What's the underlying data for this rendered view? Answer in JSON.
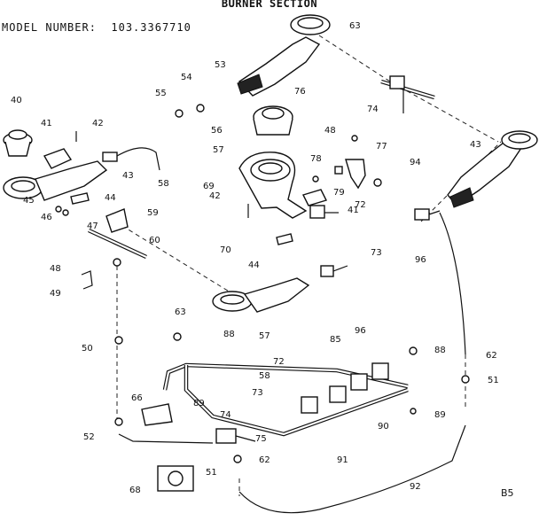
{
  "title": "BURNER SECTION",
  "model_label": "MODEL NUMBER:",
  "model_number": "103.3367710",
  "page_code": "B5",
  "callouts": [
    "63",
    "53",
    "54",
    "55",
    "76",
    "40",
    "41",
    "42",
    "56",
    "57",
    "74",
    "48",
    "77",
    "43",
    "78",
    "94",
    "58",
    "43",
    "69",
    "79",
    "44",
    "59",
    "42",
    "41",
    "72",
    "45",
    "60",
    "46",
    "47",
    "70",
    "44",
    "73",
    "96",
    "48",
    "49",
    "63",
    "50",
    "88",
    "57",
    "85",
    "96",
    "88",
    "62",
    "72",
    "58",
    "51",
    "73",
    "66",
    "89",
    "74",
    "89",
    "90",
    "52",
    "75",
    "91",
    "62",
    "51",
    "68",
    "92"
  ]
}
